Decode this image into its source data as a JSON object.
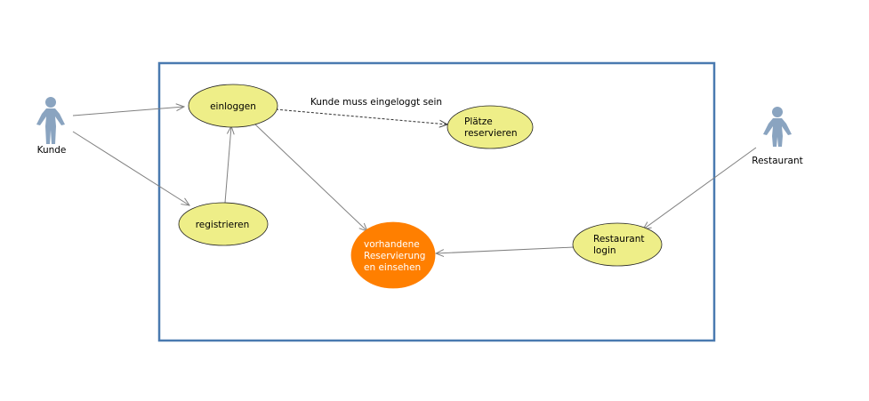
{
  "actors": {
    "customer": {
      "label": "Kunde"
    },
    "restaurant": {
      "label": "Restaurant"
    }
  },
  "use_cases": {
    "login": {
      "label": "einloggen"
    },
    "register": {
      "label": "registrieren"
    },
    "reserve": {
      "line1": "Plätze",
      "line2": "reservieren"
    },
    "view_reservations": {
      "line1": "vorhandene",
      "line2": "Reservierung",
      "line3": "en einsehen"
    },
    "restaurant_login": {
      "line1": "Restaurant",
      "line2": "login"
    }
  },
  "annotations": {
    "dependency_note": "Kunde muss eingeloggt sein"
  },
  "colors": {
    "use_case_fill": "#eeee88",
    "highlight_fill": "#ff7f00",
    "boundary": "#4a7ab0",
    "actor": "#8aa4c0",
    "connector": "#808080"
  }
}
